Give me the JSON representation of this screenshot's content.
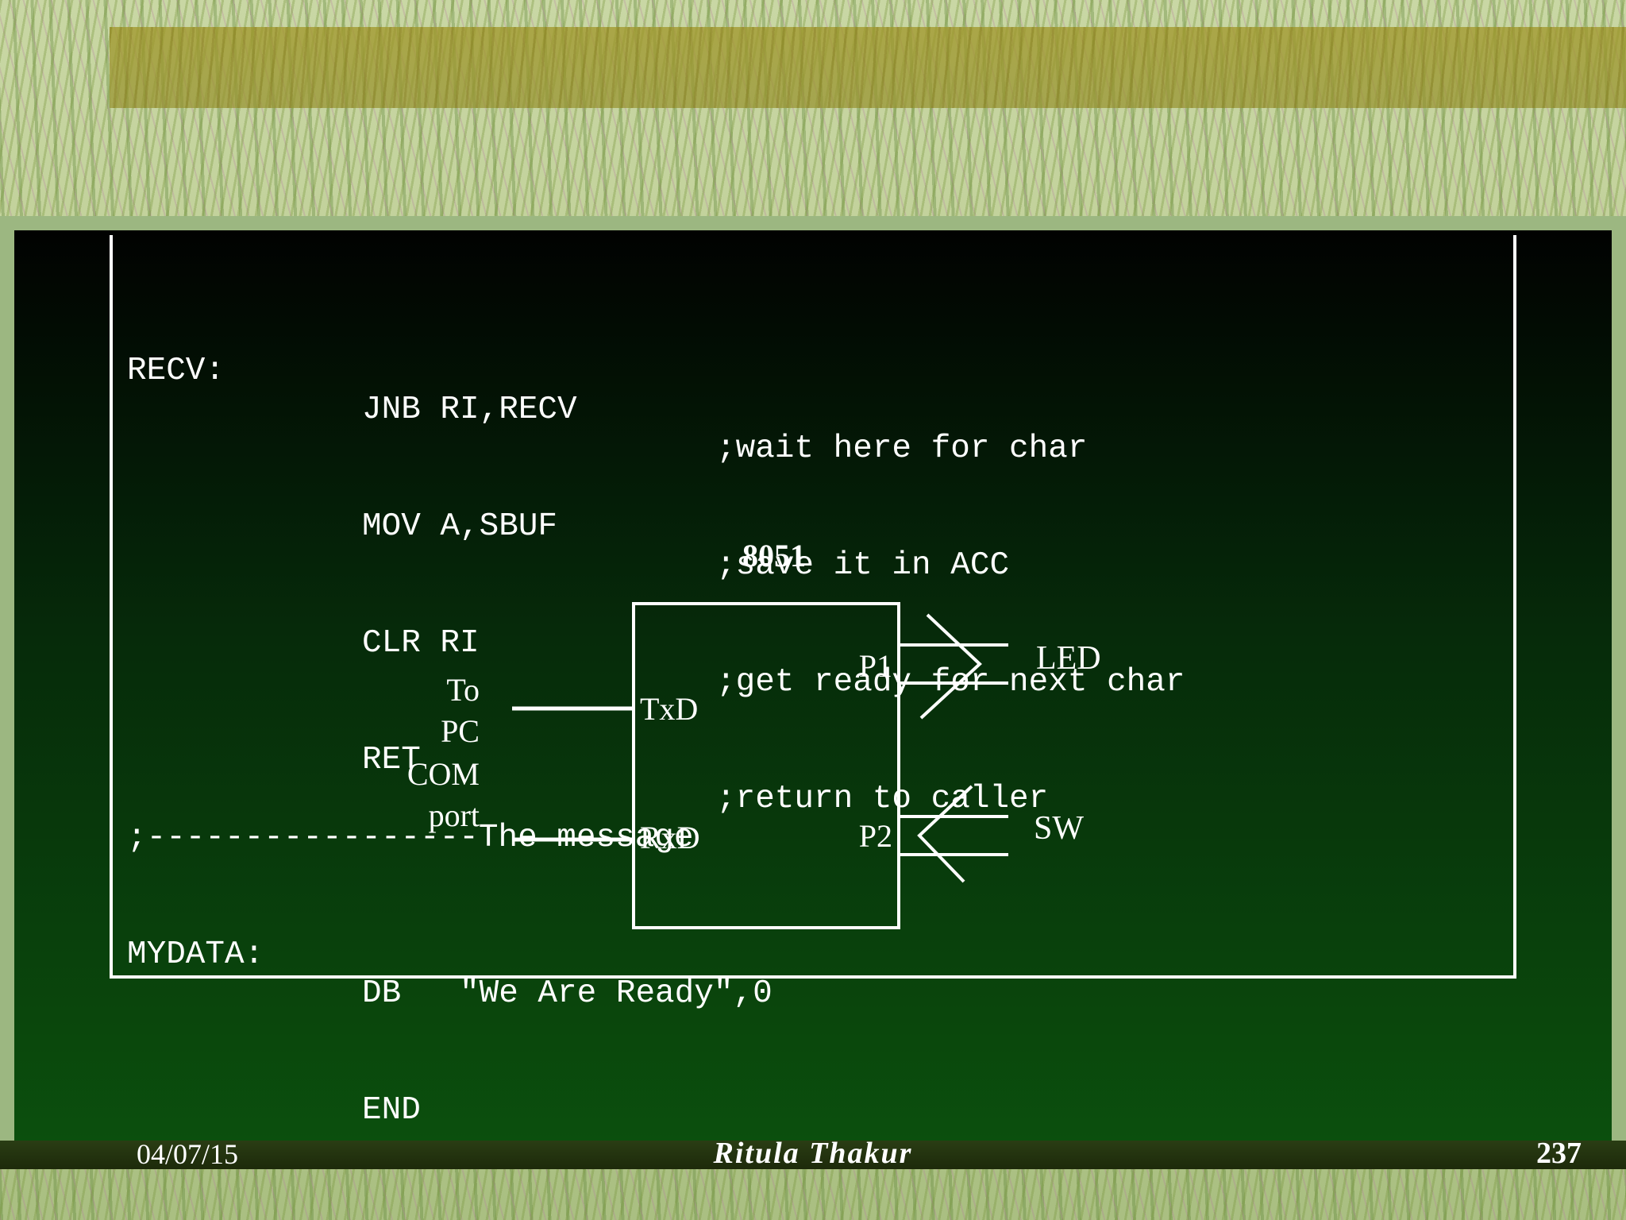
{
  "code": [
    {
      "label": "RECV:",
      "instr": "JNB RI,RECV",
      "comment": ";wait here for char"
    },
    {
      "label": "",
      "instr": "MOV A,SBUF",
      "comment": ";save it in ACC"
    },
    {
      "label": "",
      "instr": "CLR RI",
      "comment": ";get ready for next char"
    },
    {
      "label": "",
      "instr": "RET",
      "comment": ";return to caller"
    },
    {
      "label": ";-----------------The message",
      "instr": "",
      "comment": ""
    },
    {
      "label": "MYDATA:",
      "instr": "DB   \"We Are Ready\",0",
      "comment": ""
    },
    {
      "label": "",
      "instr": "END",
      "comment": ""
    }
  ],
  "diagram": {
    "chip_title": "8051",
    "left_labels": [
      "To",
      "PC",
      "COM",
      "port"
    ],
    "pin_txd": "TxD",
    "pin_rxd": "RxD",
    "pin_p1": "P1",
    "pin_p2": "P2",
    "out_led": "LED",
    "out_sw": "SW"
  },
  "footer": {
    "date": "04/07/15",
    "author": "Ritula Thakur",
    "page": "237"
  }
}
